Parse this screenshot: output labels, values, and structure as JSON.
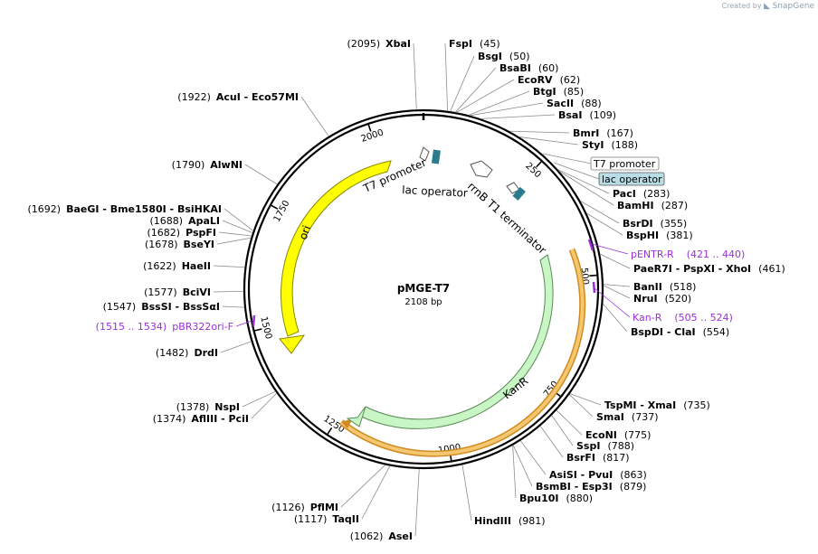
{
  "branding": {
    "created_by": "Created by",
    "app": "SnapGene"
  },
  "plasmid": {
    "name": "pMGE-T7",
    "length_label": "2108 bp",
    "length": 2108
  },
  "colors": {
    "ori": "#ffff00",
    "kanr": "#c8f7c5",
    "kanr_outline": "#f0a030",
    "operator": "#2a7b8c",
    "primer": "#9b30d9",
    "backbone": "#000000"
  },
  "position_ticks": [
    "250",
    "500",
    "750",
    "1000",
    "1250",
    "1500",
    "1750",
    "2000"
  ],
  "enzymes": [
    {
      "name": "XbaI",
      "pos": "(2095)"
    },
    {
      "name": "FspI",
      "pos": "(45)"
    },
    {
      "name": "BsgI",
      "pos": "(50)"
    },
    {
      "name": "BsaBI",
      "pos": "(60)"
    },
    {
      "name": "EcoRV",
      "pos": "(62)"
    },
    {
      "name": "BtgI",
      "pos": "(85)"
    },
    {
      "name": "SacII",
      "pos": "(88)"
    },
    {
      "name": "BsaI",
      "pos": "(109)"
    },
    {
      "name": "BmrI",
      "pos": "(167)"
    },
    {
      "name": "StyI",
      "pos": "(188)"
    },
    {
      "name": "PacI",
      "pos": "(283)"
    },
    {
      "name": "BamHI",
      "pos": "(287)"
    },
    {
      "name": "BsrDI",
      "pos": "(355)"
    },
    {
      "name": "BspHI",
      "pos": "(381)"
    },
    {
      "name": "PaeR7I - PspXI - XhoI",
      "pos": "(461)"
    },
    {
      "name": "BanII",
      "pos": "(518)"
    },
    {
      "name": "NruI",
      "pos": "(520)"
    },
    {
      "name": "BspDI - ClaI",
      "pos": "(554)"
    },
    {
      "name": "TspMI - XmaI",
      "pos": "(735)"
    },
    {
      "name": "SmaI",
      "pos": "(737)"
    },
    {
      "name": "EcoNI",
      "pos": "(775)"
    },
    {
      "name": "SspI",
      "pos": "(788)"
    },
    {
      "name": "BsrFI",
      "pos": "(817)"
    },
    {
      "name": "AsiSI - PvuI",
      "pos": "(863)"
    },
    {
      "name": "BsmBI - Esp3I",
      "pos": "(879)"
    },
    {
      "name": "Bpu10I",
      "pos": "(880)"
    },
    {
      "name": "HindIII",
      "pos": "(981)"
    },
    {
      "name": "AseI",
      "pos": "(1062)"
    },
    {
      "name": "TaqII",
      "pos": "(1117)"
    },
    {
      "name": "PflMI",
      "pos": "(1126)"
    },
    {
      "name": "AflIII - PciI",
      "pos": "(1374)"
    },
    {
      "name": "NspI",
      "pos": "(1378)"
    },
    {
      "name": "DrdI",
      "pos": "(1482)"
    },
    {
      "name": "BssSI - BssSαI",
      "pos": "(1547)"
    },
    {
      "name": "BciVI",
      "pos": "(1577)"
    },
    {
      "name": "HaeII",
      "pos": "(1622)"
    },
    {
      "name": "BseYI",
      "pos": "(1678)"
    },
    {
      "name": "PspFI",
      "pos": "(1682)"
    },
    {
      "name": "ApaLI",
      "pos": "(1688)"
    },
    {
      "name": "BaeGI - Bme1580I - BsiHKAI",
      "pos": "(1692)"
    },
    {
      "name": "AlwNI",
      "pos": "(1790)"
    },
    {
      "name": "AcuI - Eco57MI",
      "pos": "(1922)"
    }
  ],
  "primers": [
    {
      "name": "pENTR-R",
      "range": "(421 .. 440)"
    },
    {
      "name": "Kan-R",
      "range": "(505 .. 524)"
    },
    {
      "name": "pBR322ori-F",
      "range": "(1515 .. 1534)"
    }
  ],
  "features": {
    "t7_promoter": "T7 promoter",
    "lac_operator": "lac operator",
    "rrnb": "rrnB T1 terminator",
    "ori": "ori",
    "kanr": "KanR"
  },
  "boxed_labels": {
    "t7_promoter": "T7 promoter",
    "lac_operator": "lac operator"
  }
}
